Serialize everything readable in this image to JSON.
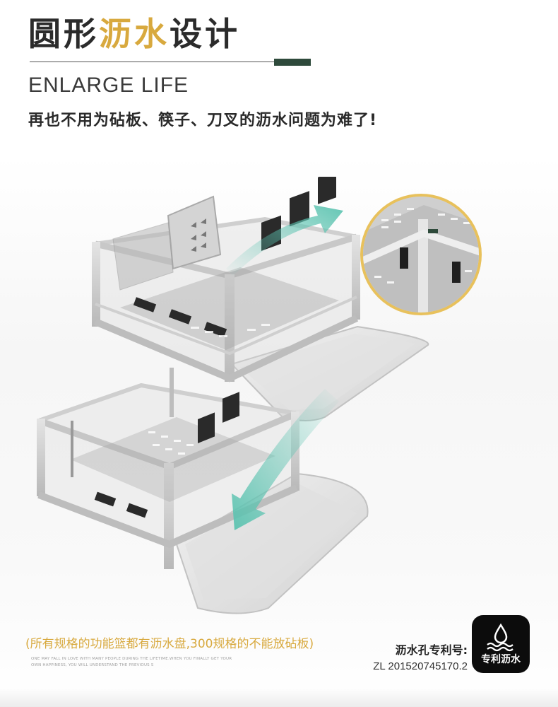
{
  "header": {
    "title_pre": "圆形",
    "title_accent": "沥水",
    "title_post": "设计",
    "subtitle_en": "ENLARGE LIFE",
    "subtitle_cn": "再也不用为砧板、筷子、刀叉的沥水问题为难了!"
  },
  "colors": {
    "accent": "#d8a93e",
    "brand_green": "#2e4a3b",
    "arrow_teal": "#5bc3b0",
    "text_dark": "#2b2b2b"
  },
  "product": {
    "image": "two-tier-drawer-basket-render",
    "zoom_image": "drainage-hole-close-up"
  },
  "footer": {
    "note": "(所有规格的功能篮都有沥水盘,300规格的不能放砧板)",
    "tiny_text": "ONE MAY FALL IN LOVE WITH MANY PEOPLE DURING THE LIFETIME.WHEN YOU FINALLY GET YOUR OWN HAPPINESS, YOU WILL UNDERSTAND THE PREVIOUS S",
    "patent_label": "沥水孔专利号:",
    "patent_number": "ZL 201520745170.2",
    "badge_icon": "water-drop-icon",
    "badge_text": "专利沥水"
  }
}
